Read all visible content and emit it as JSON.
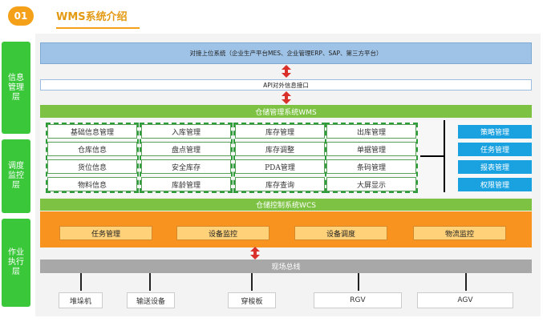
{
  "header": {
    "badge": "01",
    "title": "WMS系统介绍"
  },
  "layers": [
    "信息管理层",
    "调度监控层",
    "作业执行层"
  ],
  "top_system": "对接上位系统（企业生产平台MES、企业管理ERP、SAP、第三方平台）",
  "api": "API对外信息接口",
  "wms": {
    "title": "仓储管理系统WMS",
    "columns": [
      [
        "基础信息管理",
        "仓库信息",
        "货位信息",
        "物料信息"
      ],
      [
        "入库管理",
        "盘点管理",
        "安全库存",
        "库龄管理"
      ],
      [
        "库存管理",
        "库存调整",
        "PDA管理",
        "库存查询"
      ],
      [
        "出库管理",
        "单据管理",
        "条码管理",
        "大屏显示"
      ]
    ],
    "right_items": [
      "策略管理",
      "任务管理",
      "报表管理",
      "权限管理"
    ]
  },
  "wcs": {
    "title": "仓储控制系统WCS",
    "items": [
      "任务管理",
      "设备监控",
      "设备调度",
      "物流监控"
    ]
  },
  "fieldbus": "现场总线",
  "devices": [
    "堆垛机",
    "输送设备",
    "穿梭板",
    "RGV",
    "AGV"
  ],
  "colors": {
    "accent": "#f4a019",
    "green": "#7dc242",
    "blue": "#1aa1e0",
    "orange": "#f7931e"
  }
}
